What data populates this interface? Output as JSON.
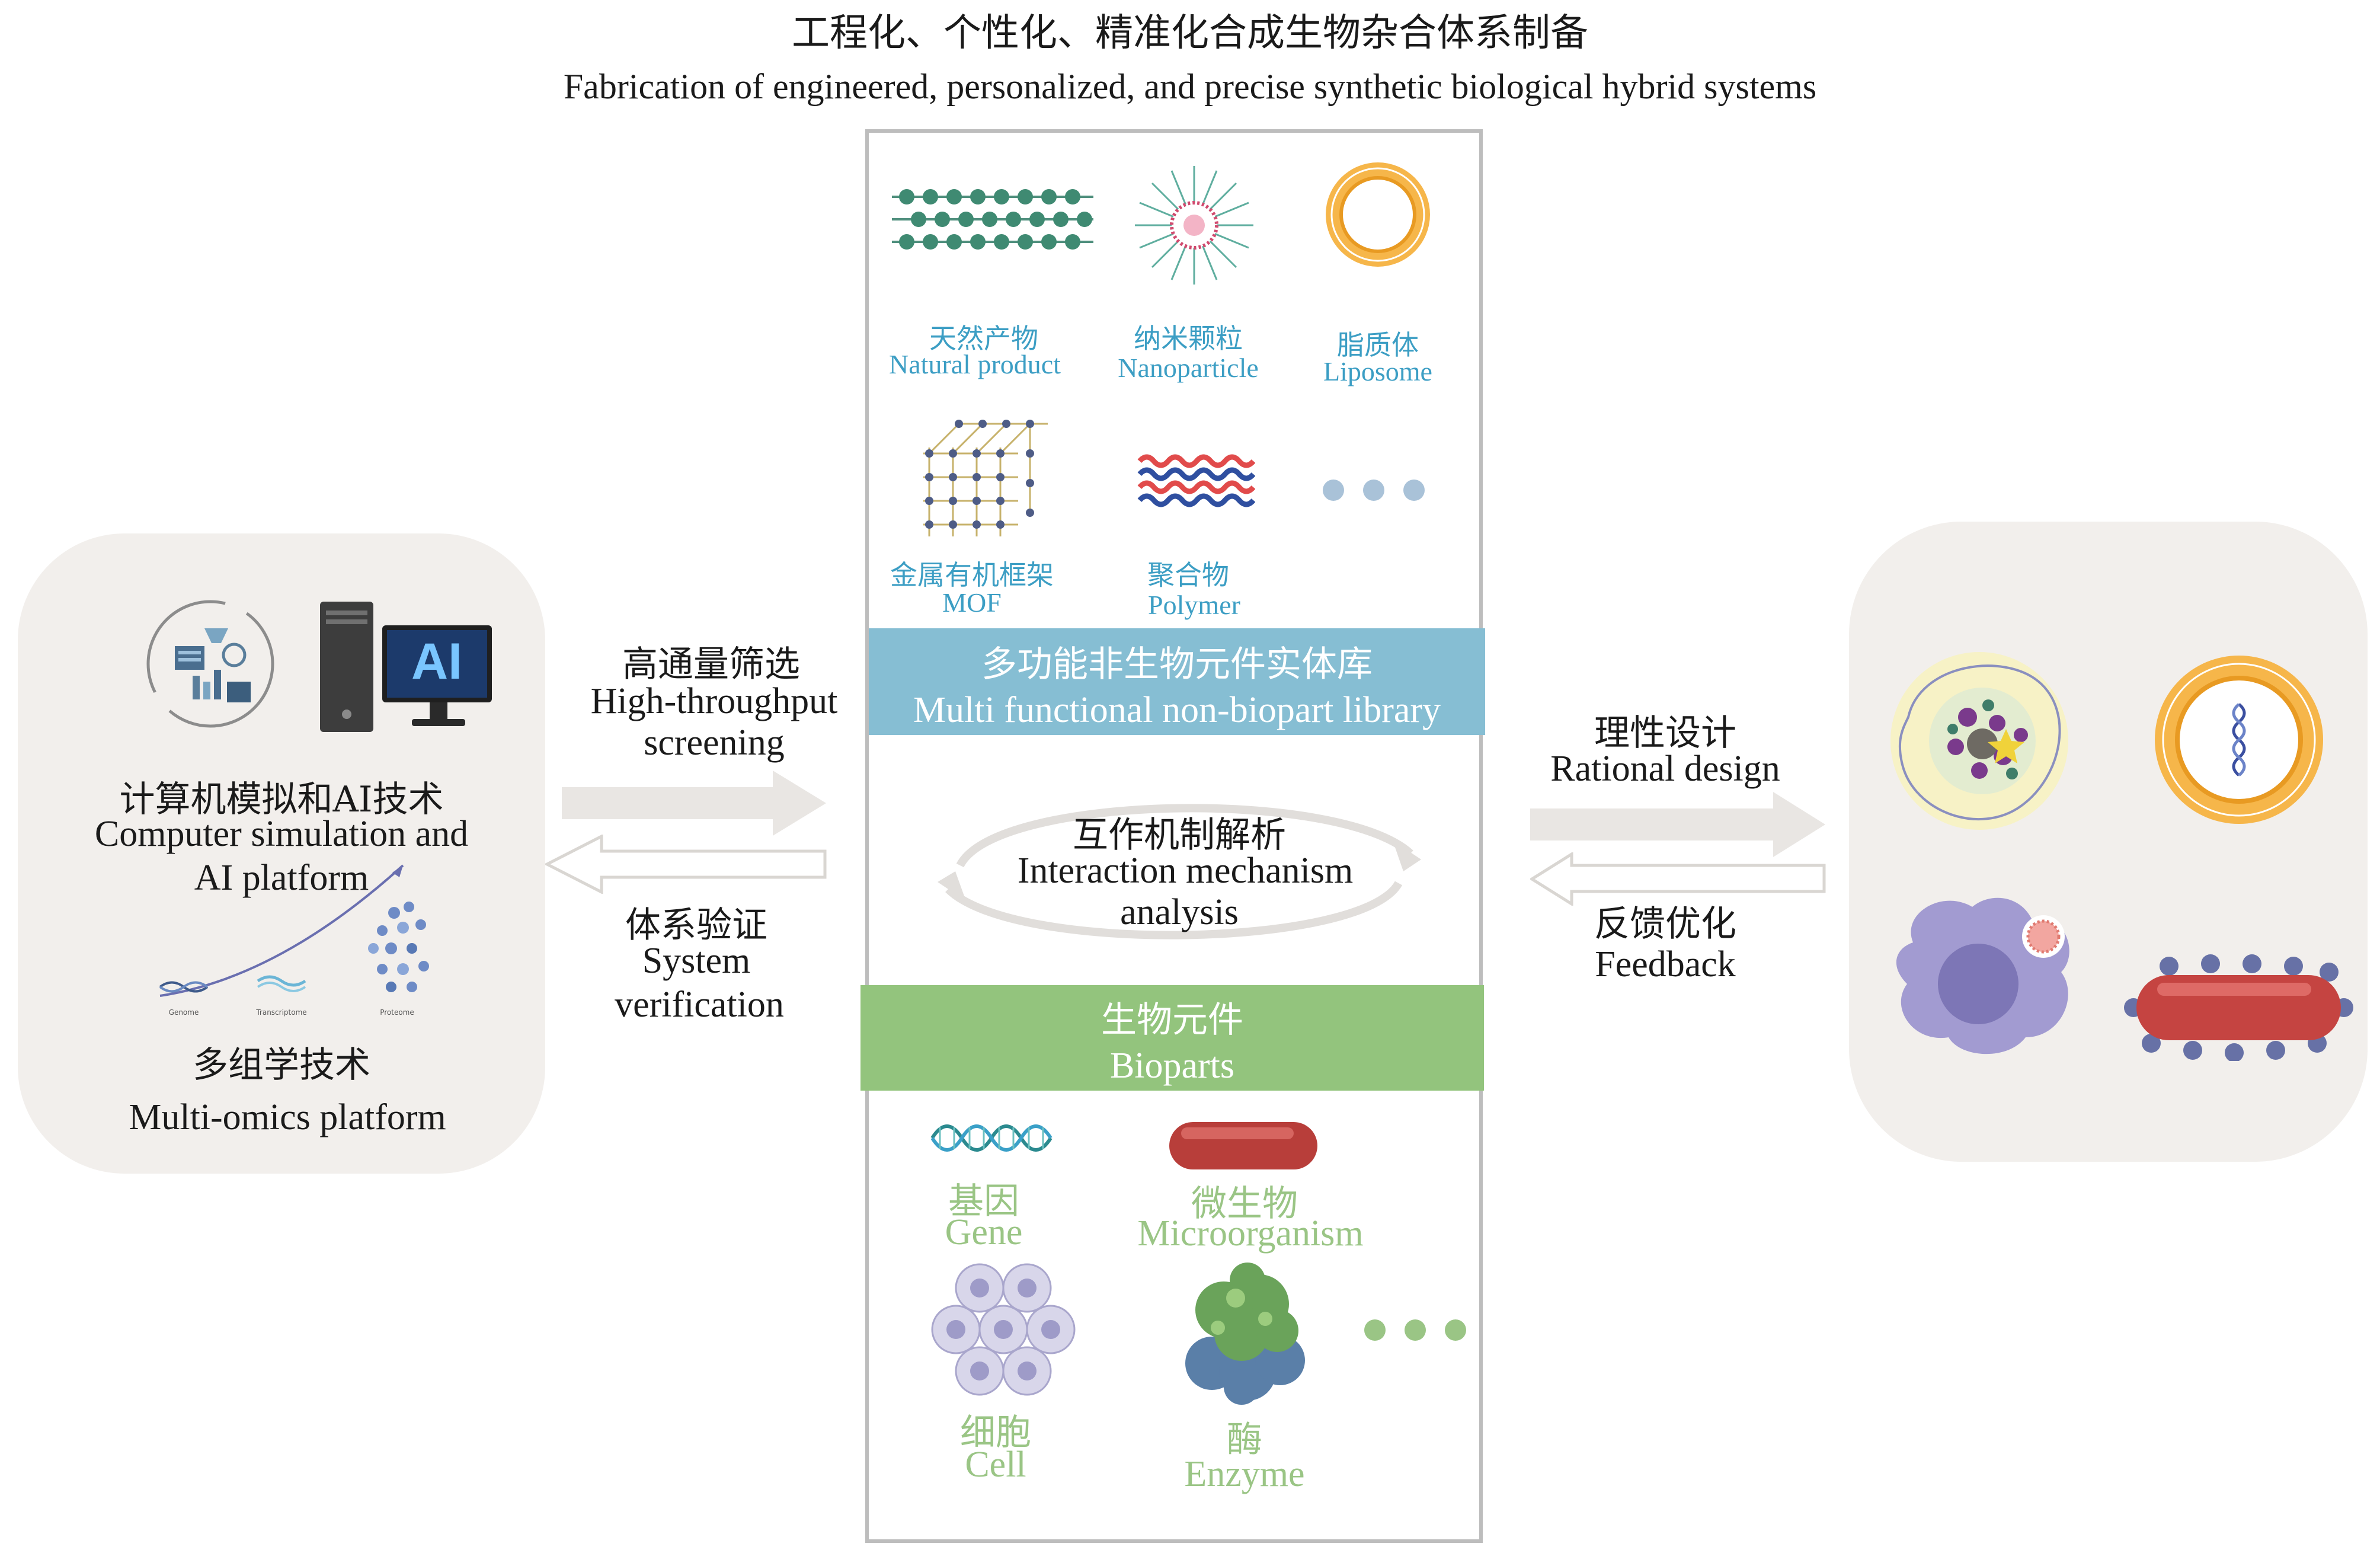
{
  "header": {
    "title_cn": "工程化、个性化、精准化合成生物杂合体系制备",
    "title_en": "Fabrication of engineered, personalized, and precise synthetic biological hybrid systems"
  },
  "left_panel": {
    "ai_cn": "计算机模拟和AI技术",
    "ai_en_line1": "Computer simulation and",
    "ai_en_line2": "AI platform",
    "ai_logo_text": "AI",
    "omics_cn": "多组学技术",
    "omics_en": "Multi-omics platform",
    "omics_labels": [
      "Genome",
      "Transcriptome",
      "Proteome"
    ]
  },
  "left_arrows": {
    "top_cn": "高通量筛选",
    "top_en_line1": "High-throughput",
    "top_en_line2": "screening",
    "bottom_cn": "体系验证",
    "bottom_en_line1": "System",
    "bottom_en_line2": "verification"
  },
  "nonbio_items": [
    {
      "cn": "天然产物",
      "en": "Natural product"
    },
    {
      "cn": "纳米颗粒",
      "en": "Nanoparticle"
    },
    {
      "cn": "脂质体",
      "en": "Liposome"
    },
    {
      "cn": "金属有机框架",
      "en": "MOF"
    },
    {
      "cn": "聚合物",
      "en": "Polymer"
    }
  ],
  "nonbio_bar": {
    "cn": "多功能非生物元件实体库",
    "en": "Multi functional non-biopart library"
  },
  "mechanism": {
    "cn": "互作机制解析",
    "en_line1": "Interaction mechanism",
    "en_line2": "analysis"
  },
  "bio_bar": {
    "cn": "生物元件",
    "en": "Bioparts"
  },
  "bio_items": [
    {
      "cn": "基因",
      "en": "Gene"
    },
    {
      "cn": "微生物",
      "en": "Microorganism"
    },
    {
      "cn": "细胞",
      "en": "Cell"
    },
    {
      "cn": "酶",
      "en": "Enzyme"
    }
  ],
  "right_arrows": {
    "top_cn": "理性设计",
    "top_en": "Rational design",
    "bottom_cn": "反馈优化",
    "bottom_en": "Feedback"
  },
  "colors": {
    "panel_bg": "#f2efec",
    "blue_bar": "#86bed3",
    "green_bar": "#93c47d",
    "blue_text": "#3c9ec4",
    "green_text": "#9ac585",
    "arrow_gray": "#e9e6e3"
  }
}
